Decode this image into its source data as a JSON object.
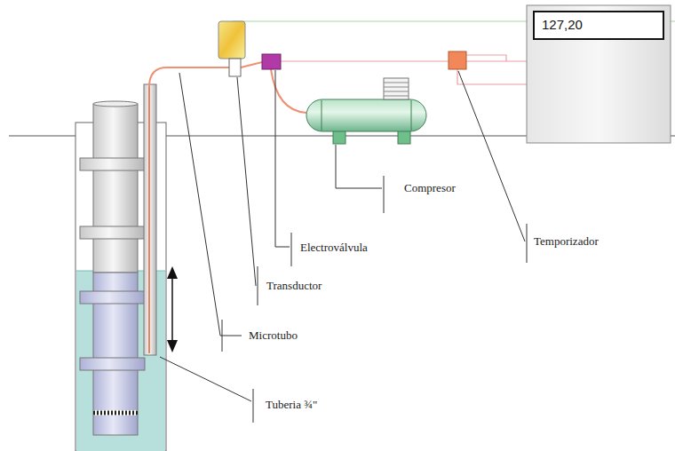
{
  "diagram": {
    "nodes": [
      {
        "text": [
          "127,20"
        ]
      }
    ],
    "labels": [
      "Compresor",
      "Electroválvula",
      "Transductor",
      "Temporizador",
      "Microtubo",
      "Tuberia ¾\""
    ]
  }
}
